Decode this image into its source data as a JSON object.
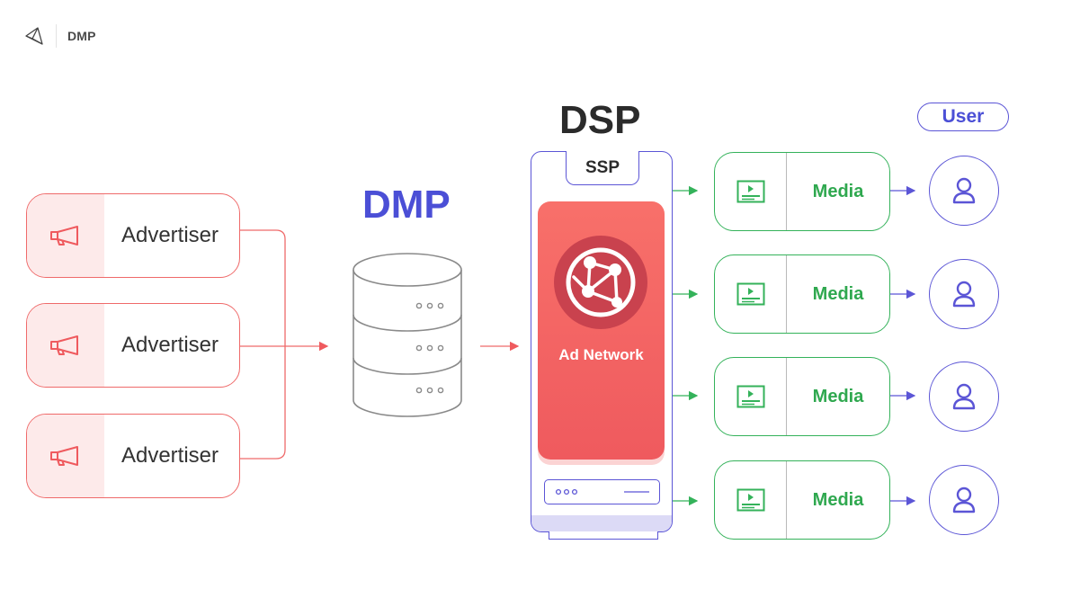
{
  "header": {
    "title": "DMP",
    "logo_icon": "geometric-star-logo-icon"
  },
  "diagram": {
    "dmp_title": "DMP",
    "dsp_title": "DSP",
    "ssp_label": "SSP",
    "ad_network_label": "Ad Network",
    "user_label": "User",
    "advertisers": [
      {
        "label": "Advertiser",
        "icon": "megaphone-icon"
      },
      {
        "label": "Advertiser",
        "icon": "megaphone-icon"
      },
      {
        "label": "Advertiser",
        "icon": "megaphone-icon"
      }
    ],
    "media": [
      {
        "label": "Media",
        "icon": "video-player-icon"
      },
      {
        "label": "Media",
        "icon": "video-player-icon"
      },
      {
        "label": "Media",
        "icon": "video-player-icon"
      },
      {
        "label": "Media",
        "icon": "video-player-icon"
      }
    ],
    "users": [
      {
        "icon": "user-icon"
      },
      {
        "icon": "user-icon"
      },
      {
        "icon": "user-icon"
      },
      {
        "icon": "user-icon"
      }
    ]
  },
  "colors": {
    "advertiser": "#ef6a6a",
    "dmp": "#4b4fd6",
    "media": "#34b25a",
    "user": "#5b55d6",
    "ad_network": "#f2605f"
  }
}
